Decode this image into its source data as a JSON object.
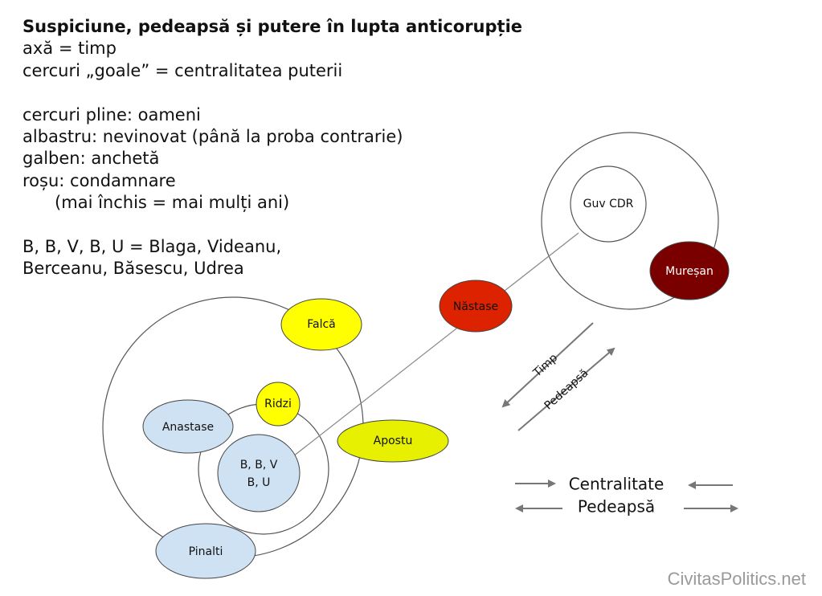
{
  "legend": {
    "title": "Suspiciune, pedeapsă și putere în lupta anticorupție",
    "lines": [
      "axă = timp",
      "cercuri „goale” = centralitatea puterii",
      "",
      "cercuri pline: oameni",
      "albastru: nevinovat (până la proba contrarie)",
      "galben: anchetă",
      "roșu: condamnare",
      "      (mai închis = mai mulți ani)",
      "",
      "B, B, V, B, U = Blaga, Videanu,",
      "Berceanu, Băsescu, Udrea"
    ]
  },
  "nodes": {
    "guv_cdr": "Guv CDR",
    "muresan": "Mureșan",
    "nastase": "Năstase",
    "falca": "Falcă",
    "ridzi": "Ridzi",
    "anastase": "Anastase",
    "bbvbu_line1": "B, B, V",
    "bbvbu_line2": "B, U",
    "apostu": "Apostu",
    "pinalti": "Pinalti"
  },
  "axes": {
    "timp": "Timp",
    "pedeapsa_diag": "Pedeapsă",
    "centralitate": "Centralitate",
    "pedeapsa": "Pedeapsă"
  },
  "colors": {
    "innocent_blue": "#cfe2f3",
    "investigation_yellow": "#ffff00",
    "investigation_yellow_green": "#e6f000",
    "convicted_red": "#dd2200",
    "convicted_dark_red": "#7a0000",
    "outline": "#555555",
    "arrow_gray": "#777777"
  },
  "watermark": "CivitasPolitics.net"
}
